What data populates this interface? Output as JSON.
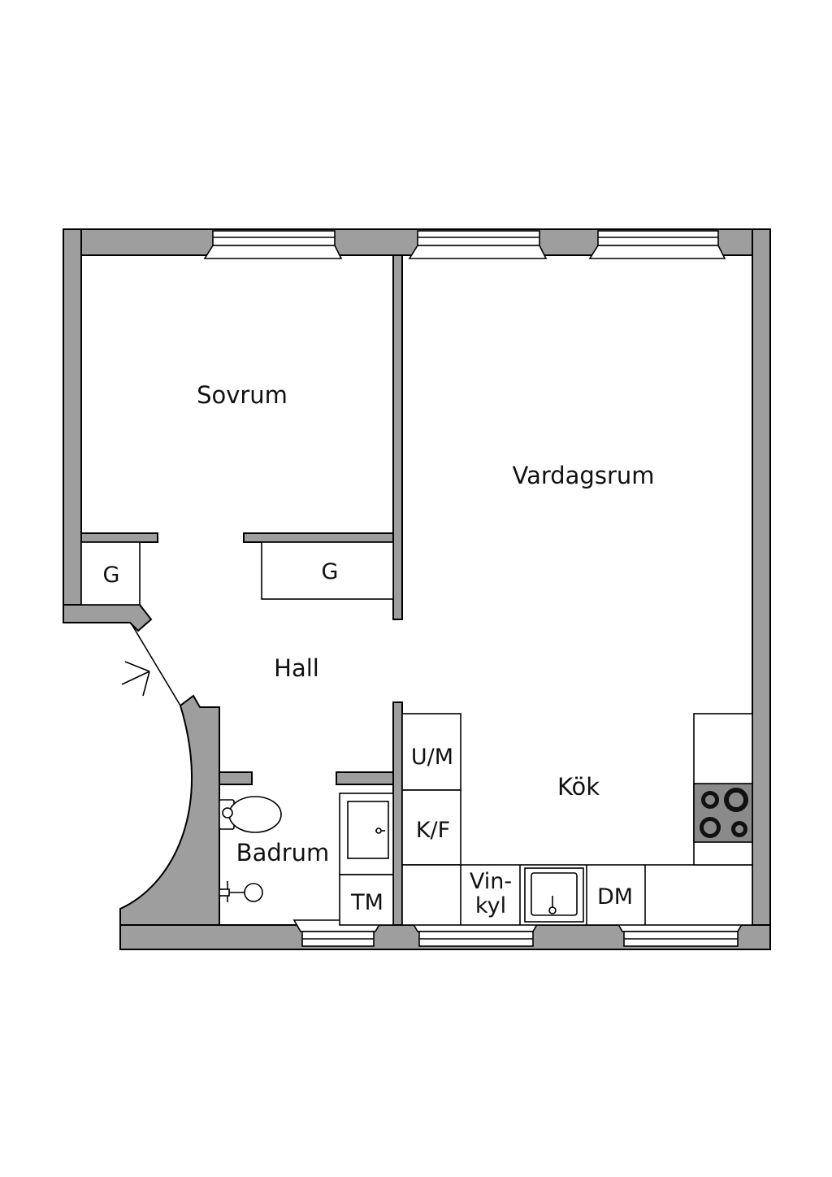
{
  "rooms": {
    "sovrum": "Sovrum",
    "vardagsrum": "Vardagsrum",
    "hall": "Hall",
    "kok": "Kök",
    "badrum": "Badrum"
  },
  "fixtures": {
    "closet_left": "G",
    "closet_right": "G",
    "um": "U/M",
    "kf": "K/F",
    "tm": "TM",
    "vinkyl_line1": "Vin-",
    "vinkyl_line2": "kyl",
    "dm": "DM"
  },
  "colors": {
    "wall": "#9e9e9e",
    "outline": "#000000",
    "background": "#ffffff"
  }
}
